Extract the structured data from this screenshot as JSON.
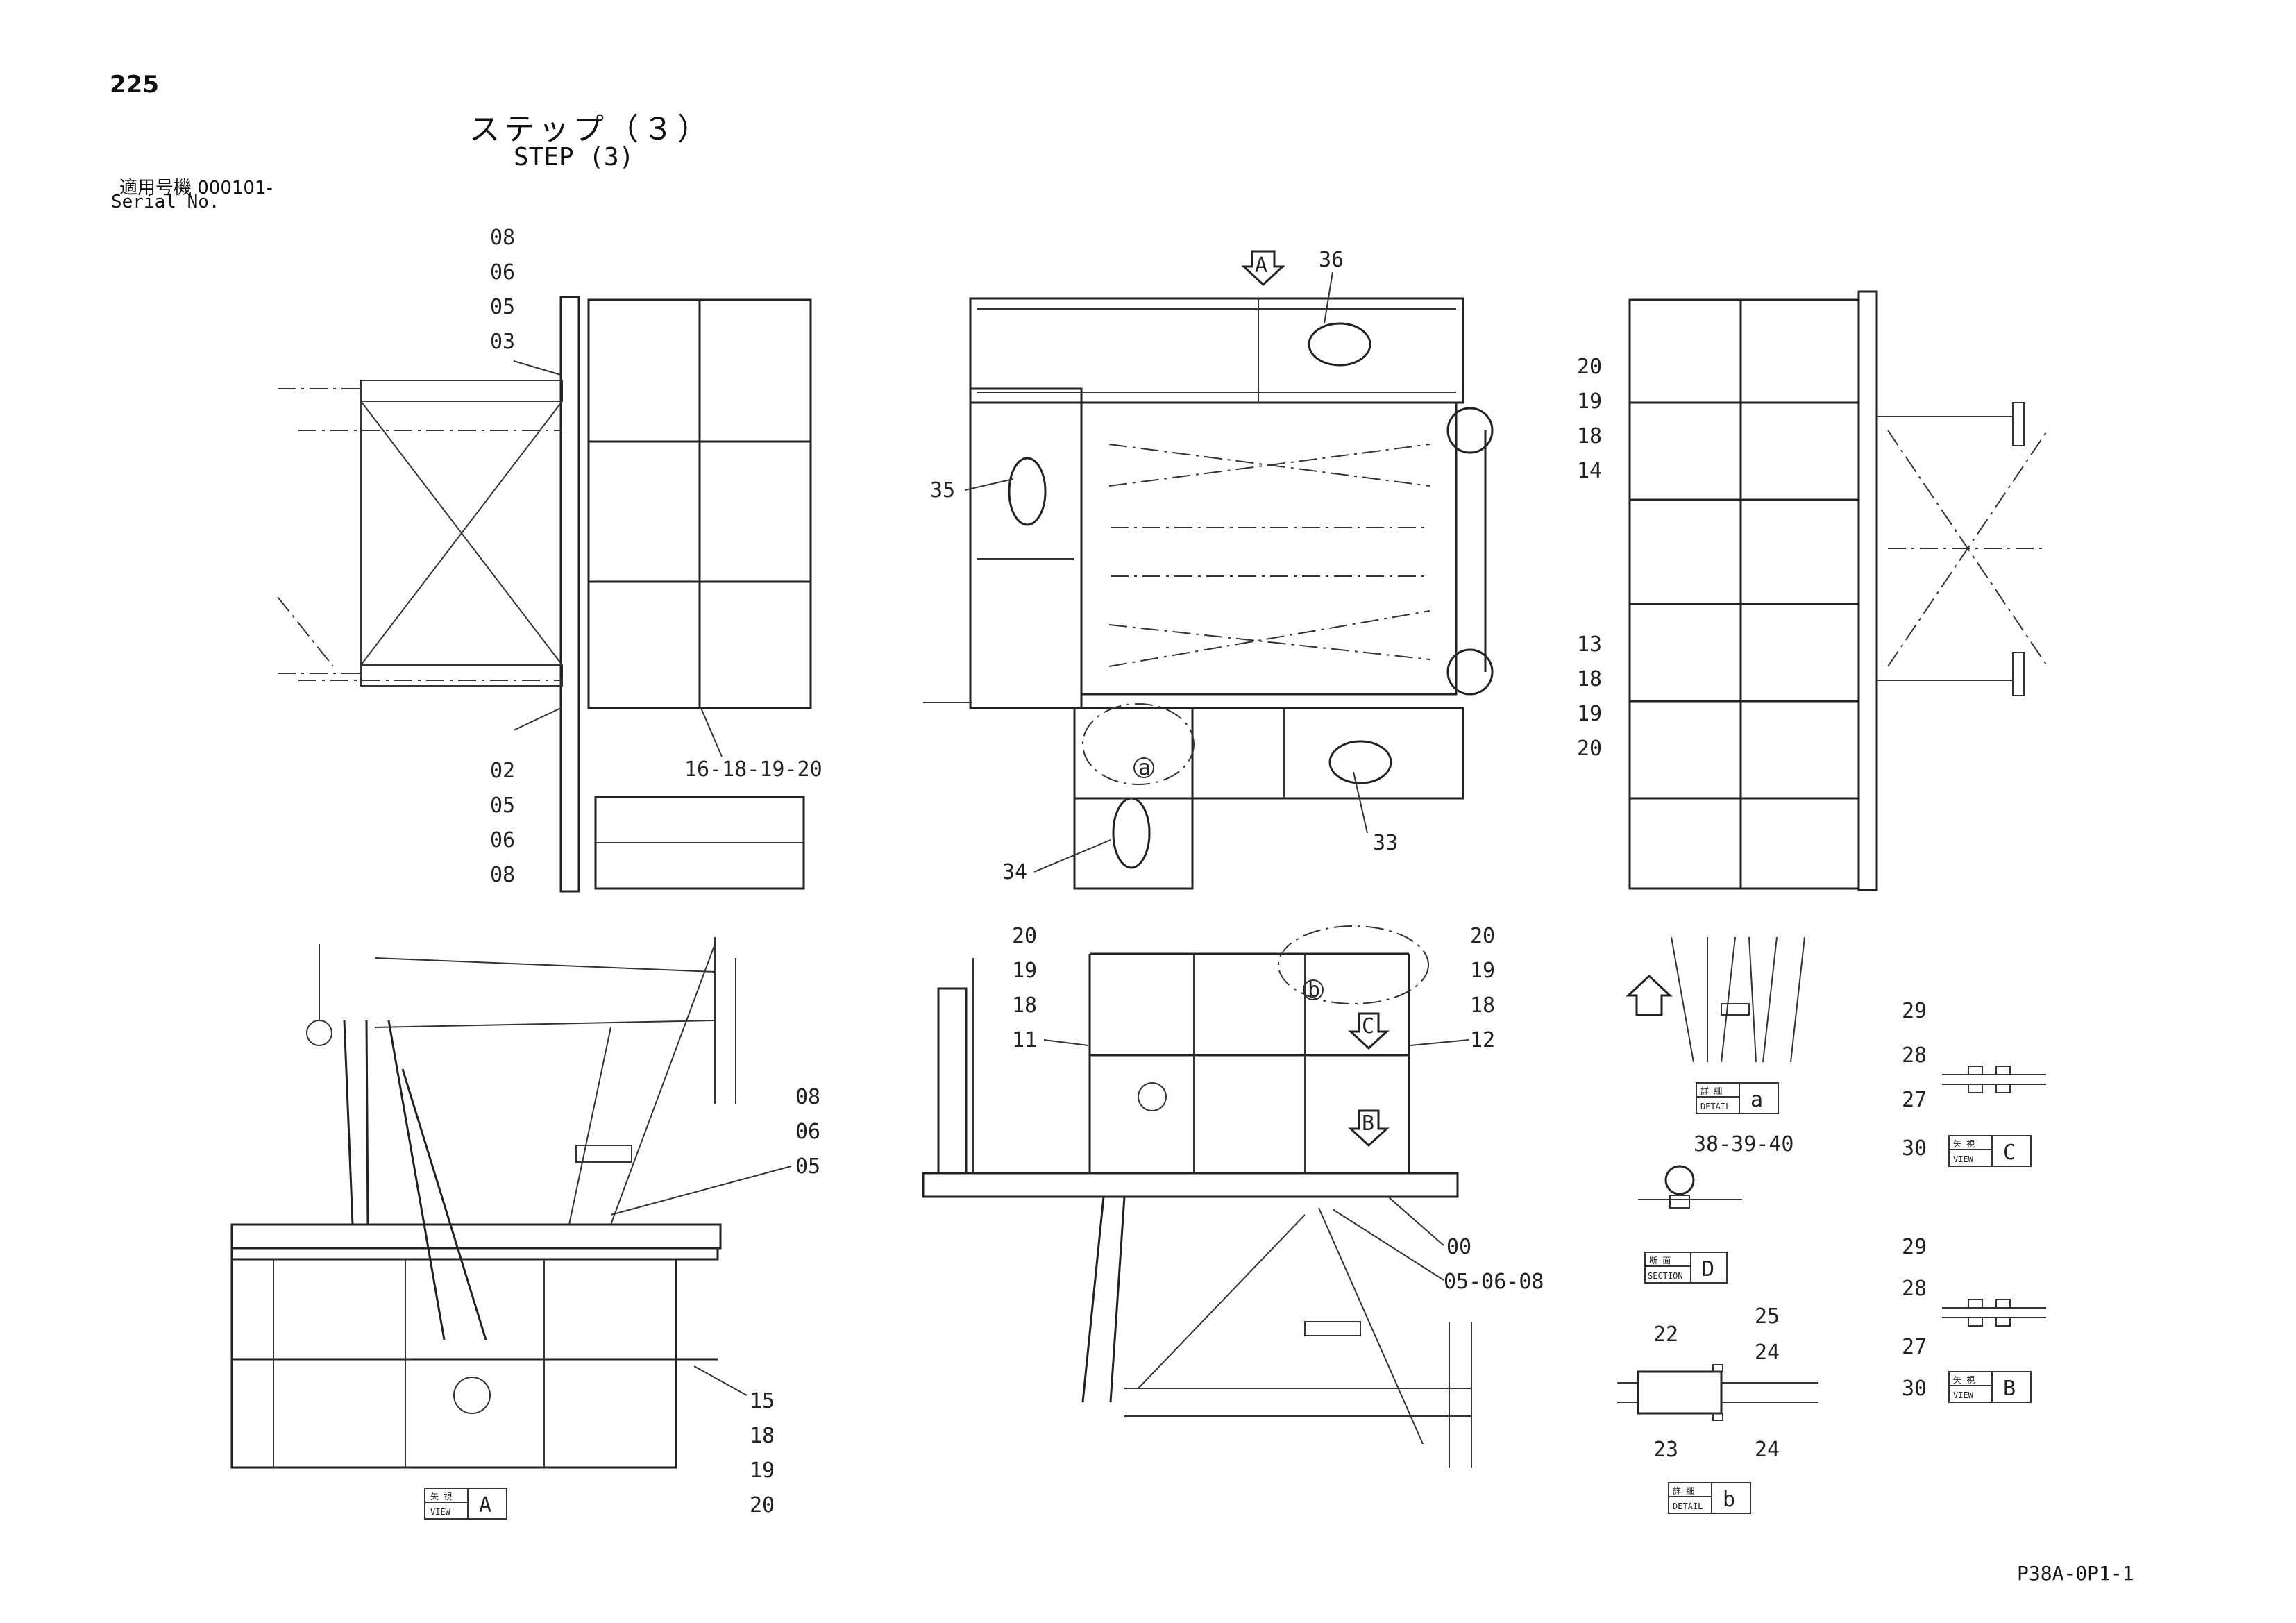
{
  "page": {
    "number": "225",
    "title_jp": "ステップ（３）",
    "title_en": "STEP (3)",
    "serial_label_jp": "適用号機  000101-",
    "serial_label_en": "Serial No.",
    "drawing_code": "P38A-0P1-1"
  },
  "callouts": {
    "top_left": [
      "08",
      "06",
      "05",
      "03",
      "02",
      "05",
      "06",
      "08",
      "16-18-19-20"
    ],
    "top_center": [
      "36",
      "35",
      "34",
      "33"
    ],
    "top_right": [
      "20",
      "19",
      "18",
      "14",
      "13",
      "18",
      "19",
      "20"
    ],
    "bottom_left": [
      "08",
      "06",
      "05",
      "15",
      "18",
      "19",
      "20"
    ],
    "bottom_center": [
      "20",
      "19",
      "18",
      "11",
      "20",
      "19",
      "18",
      "12",
      "00",
      "05-06-08"
    ],
    "detail": [
      "38-39-40",
      "22",
      "25",
      "24",
      "23",
      "24",
      "29",
      "28",
      "27",
      "30",
      "29",
      "28",
      "27",
      "30"
    ],
    "markers": [
      "a",
      "b",
      "C",
      "B",
      "A",
      "D"
    ]
  },
  "tags": {
    "view_a": {
      "top_jp": "矢  視",
      "bottom_en": "VIEW",
      "letter": "A"
    },
    "view_b": {
      "top_jp": "矢  視",
      "bottom_en": "VIEW",
      "letter": "B"
    },
    "view_c": {
      "top_jp": "矢  視",
      "bottom_en": "VIEW",
      "letter": "C"
    },
    "detail_a": {
      "top_jp": "詳  細",
      "bottom_en": "DETAIL",
      "letter": "a"
    },
    "detail_b": {
      "top_jp": "詳  細",
      "bottom_en": "DETAIL",
      "letter": "b"
    },
    "section_d": {
      "top_jp": "断  面",
      "bottom_en": "SECTION",
      "letter": "D"
    }
  }
}
